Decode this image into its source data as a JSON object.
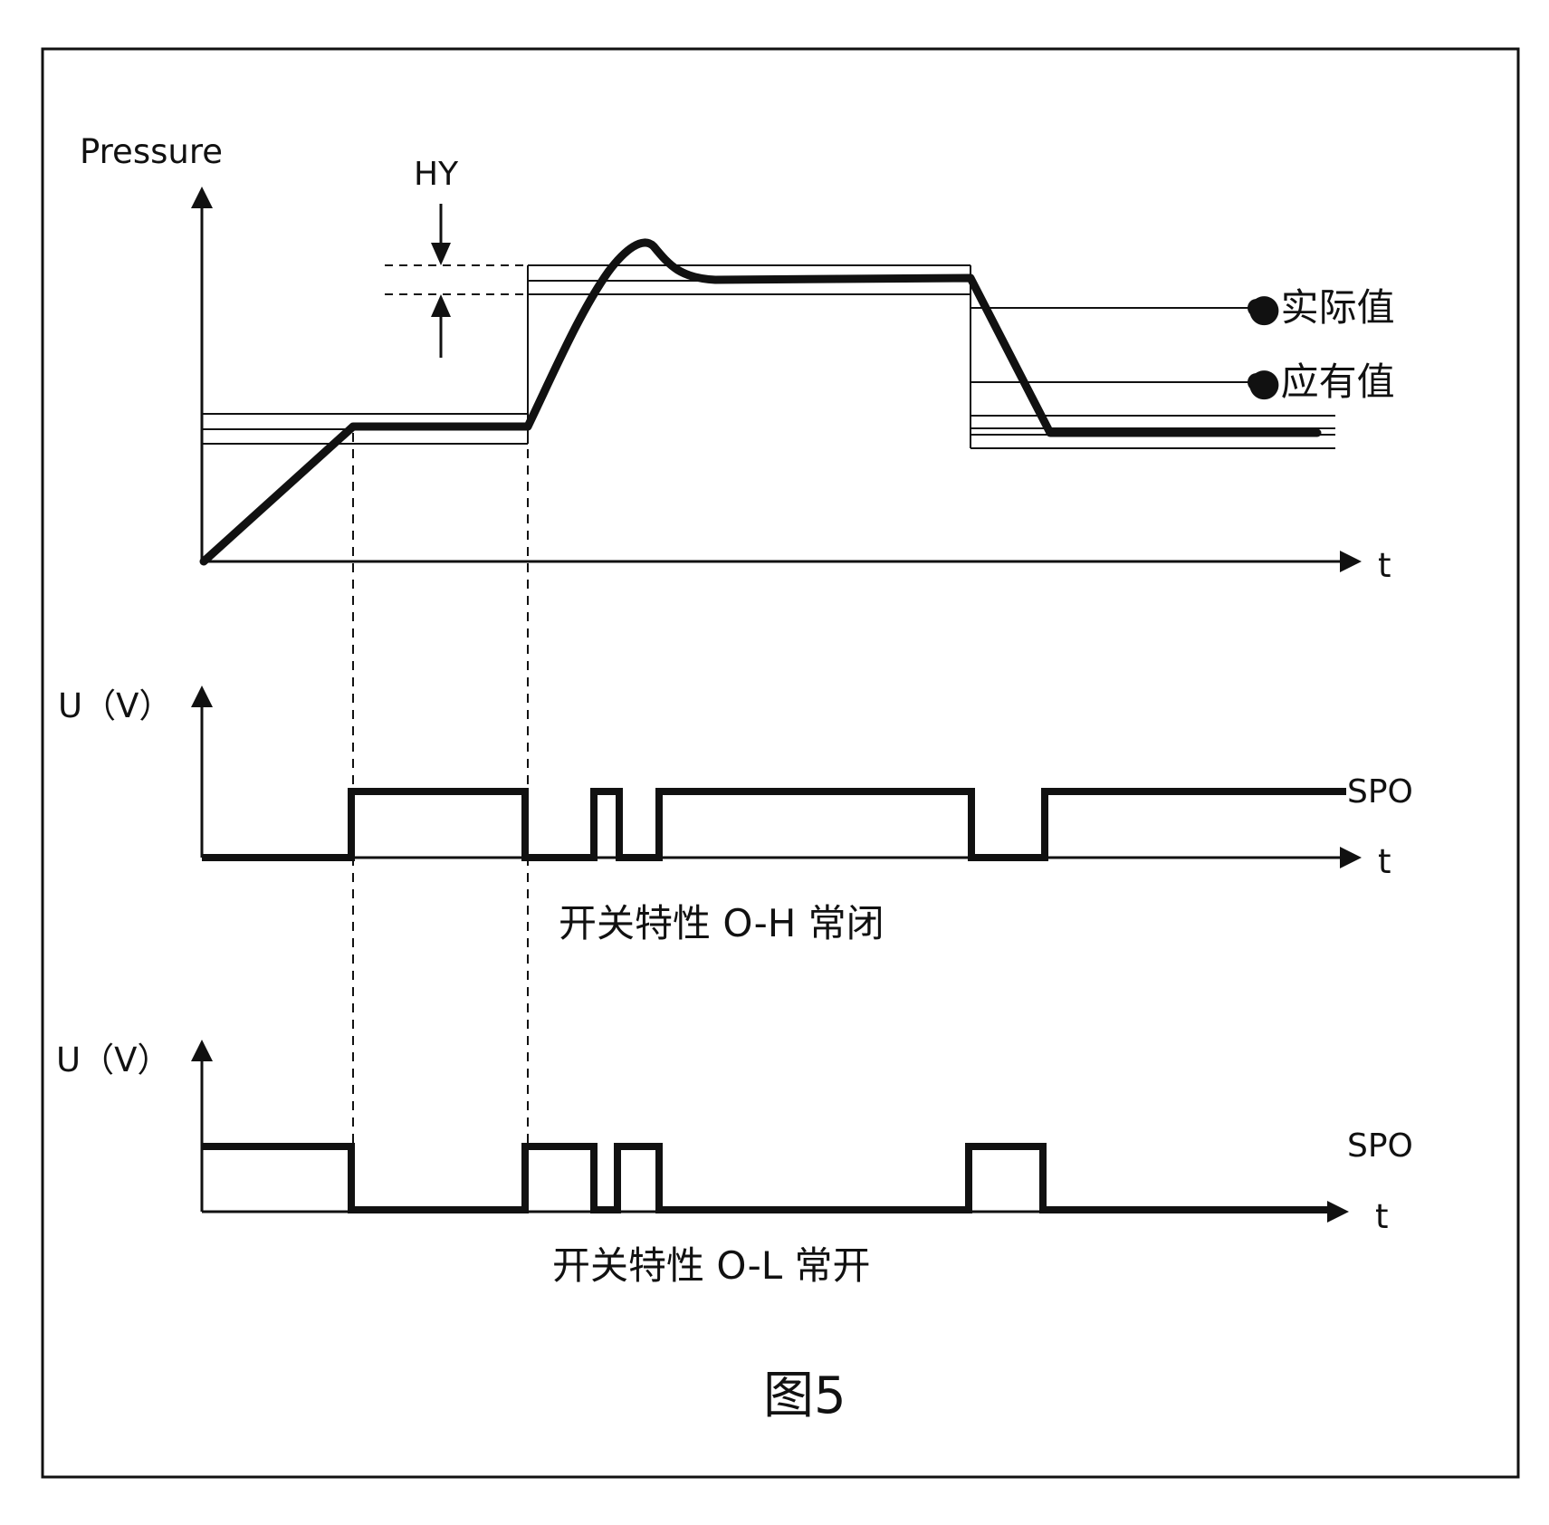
{
  "figure": {
    "caption": "图5"
  },
  "pressure_plot": {
    "y_axis_label": "Pressure",
    "x_axis_label": "t",
    "hysteresis_label": "HY",
    "actual_value_label": "●实际值",
    "setpoint_value_label": "●应有值"
  },
  "oh_plot": {
    "y_axis_label": "U（V）",
    "x_axis_label": "t",
    "signal_label": "SPO",
    "caption": "开关特性 O-H 常闭"
  },
  "ol_plot": {
    "y_axis_label": "U（V）",
    "x_axis_label": "t",
    "signal_label": "SPO",
    "caption": "开关特性 O-L 常开"
  },
  "colors": {
    "ink": "#111111",
    "background": "#ffffff"
  }
}
